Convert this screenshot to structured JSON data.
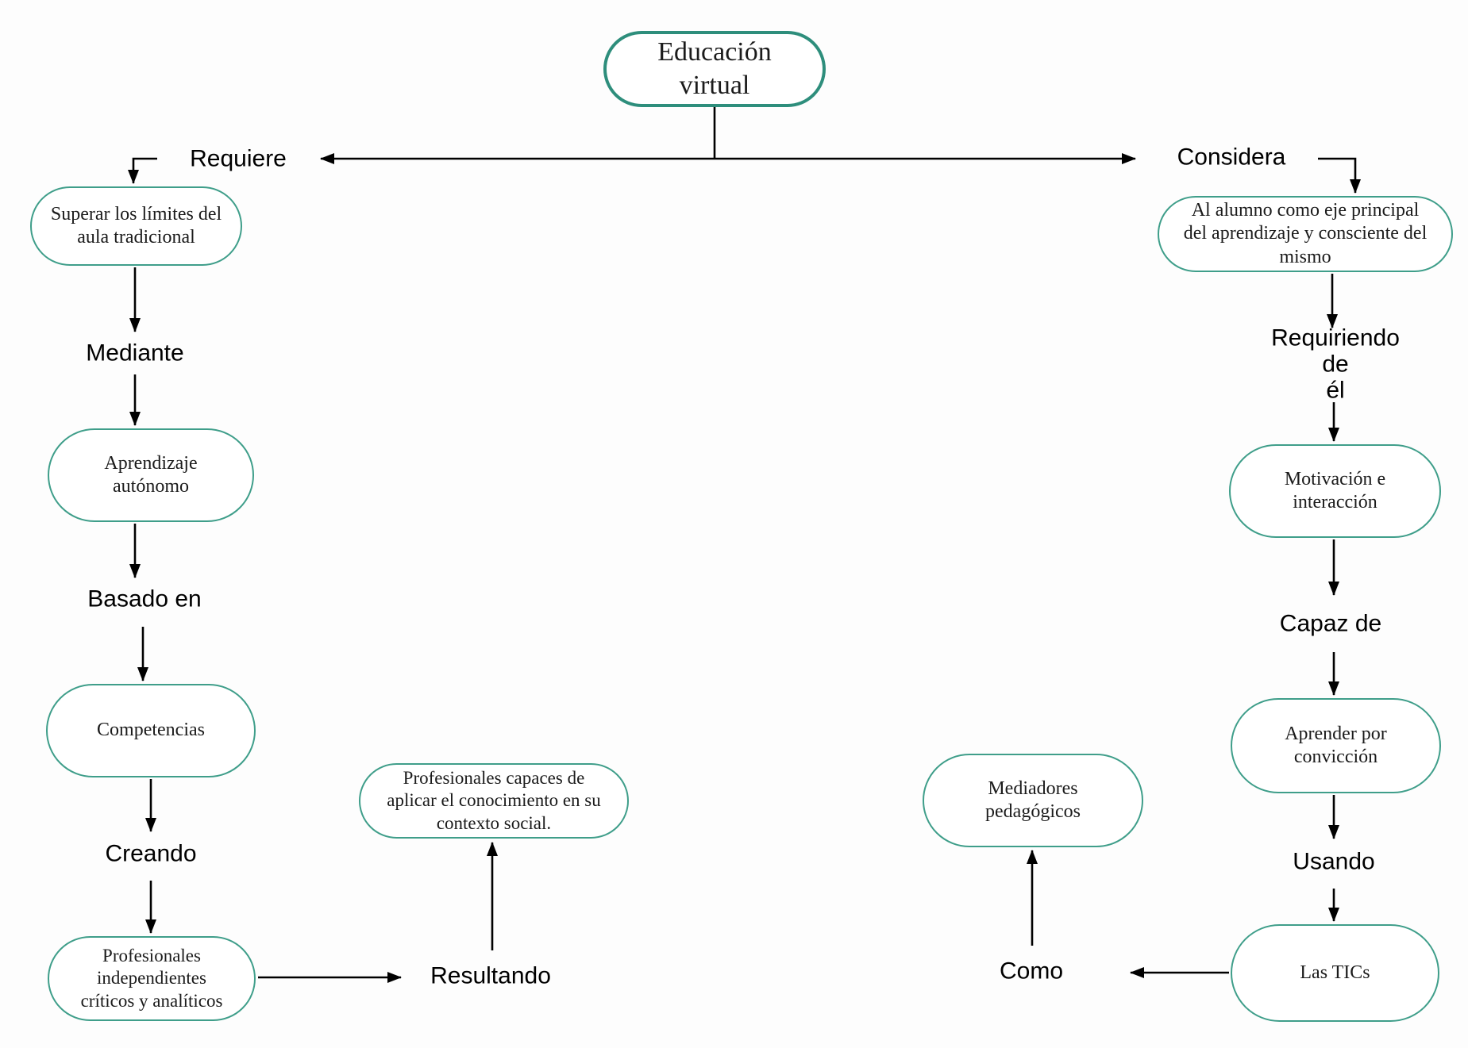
{
  "diagram_title": "Educación virtual",
  "colors": {
    "node_border": "#2e8e7c",
    "node_border_light": "#3f9e8a",
    "arrow": "#000000",
    "text": "#1b1b1b",
    "background": "#fdfdfd"
  },
  "nodes": {
    "root": "Educación\nvirtual",
    "superar": "Superar los límites del\naula tradicional",
    "aprendizaje": "Aprendizaje\nautónomo",
    "competencias": "Competencias",
    "prof_indep": "Profesionales\nindependientes\ncríticos y analíticos",
    "prof_capaces": "Profesionales capaces de\naplicar el conocimiento en su\ncontexto social.",
    "al_alumno": "Al alumno como eje principal\ndel aprendizaje y consciente del\nmismo",
    "motivacion": "Motivación e\ninteracción",
    "aprender": "Aprender por\nconvicción",
    "las_tics": "Las TICs",
    "mediadores": "Mediadores\npedagógicos"
  },
  "labels": {
    "requiere": "Requiere",
    "considera": "Considera",
    "mediante": "Mediante",
    "basado_en": "Basado en",
    "creando": "Creando",
    "resultando": "Resultando",
    "requiriendo": "Requiriendo de\nél",
    "capaz_de": "Capaz de",
    "usando": "Usando",
    "como": "Como"
  }
}
